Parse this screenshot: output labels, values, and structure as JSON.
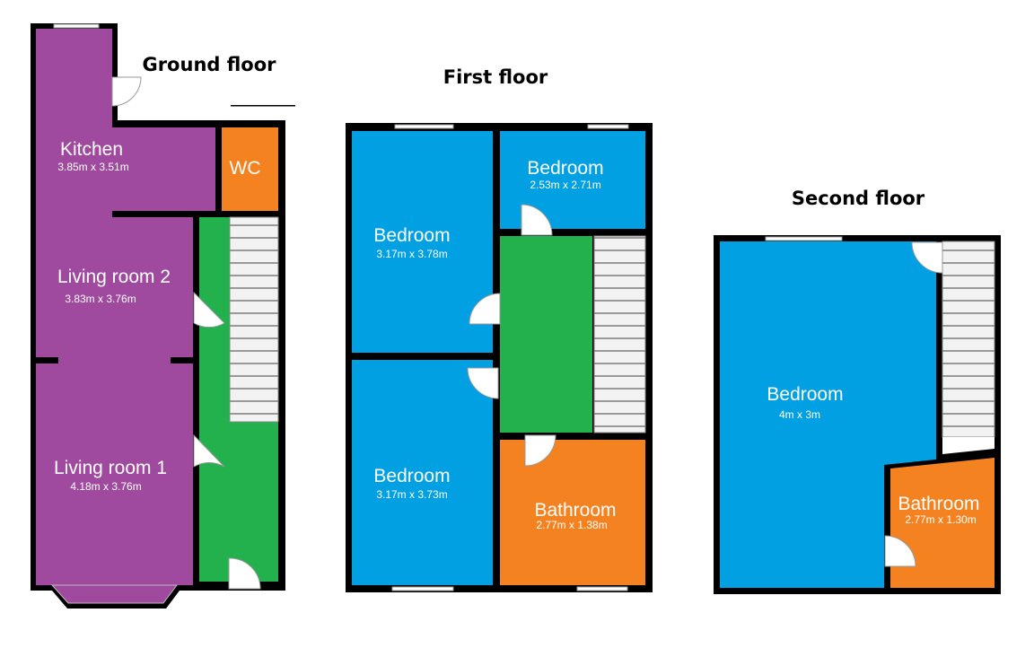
{
  "colors": {
    "kitchen_living": "#a04a9f",
    "wet_room": "#f58220",
    "bedroom": "#00a0e3",
    "hall": "#22b14c",
    "wall": "#000000"
  },
  "floors": [
    {
      "title": "Ground floor",
      "rooms": [
        {
          "name": "Kitchen",
          "dims": "3.85m x 3.51m"
        },
        {
          "name": "WC",
          "dims": ""
        },
        {
          "name": "Living room 2",
          "dims": "3.83m x 3.76m"
        },
        {
          "name": "Living room 1",
          "dims": "4.18m x 3.76m"
        }
      ]
    },
    {
      "title": "First floor",
      "rooms": [
        {
          "name": "Bedroom",
          "dims": "3.17m x 3.78m"
        },
        {
          "name": "Bedroom",
          "dims": "2.53m x 2.71m"
        },
        {
          "name": "Bedroom",
          "dims": "3.17m x 3.73m"
        },
        {
          "name": "Bathroom",
          "dims": "2.77m x 1.38m"
        }
      ]
    },
    {
      "title": "Second floor",
      "rooms": [
        {
          "name": "Bedroom",
          "dims": "4m x 3m"
        },
        {
          "name": "Bathroom",
          "dims": "2.77m x 1.30m"
        }
      ]
    }
  ]
}
